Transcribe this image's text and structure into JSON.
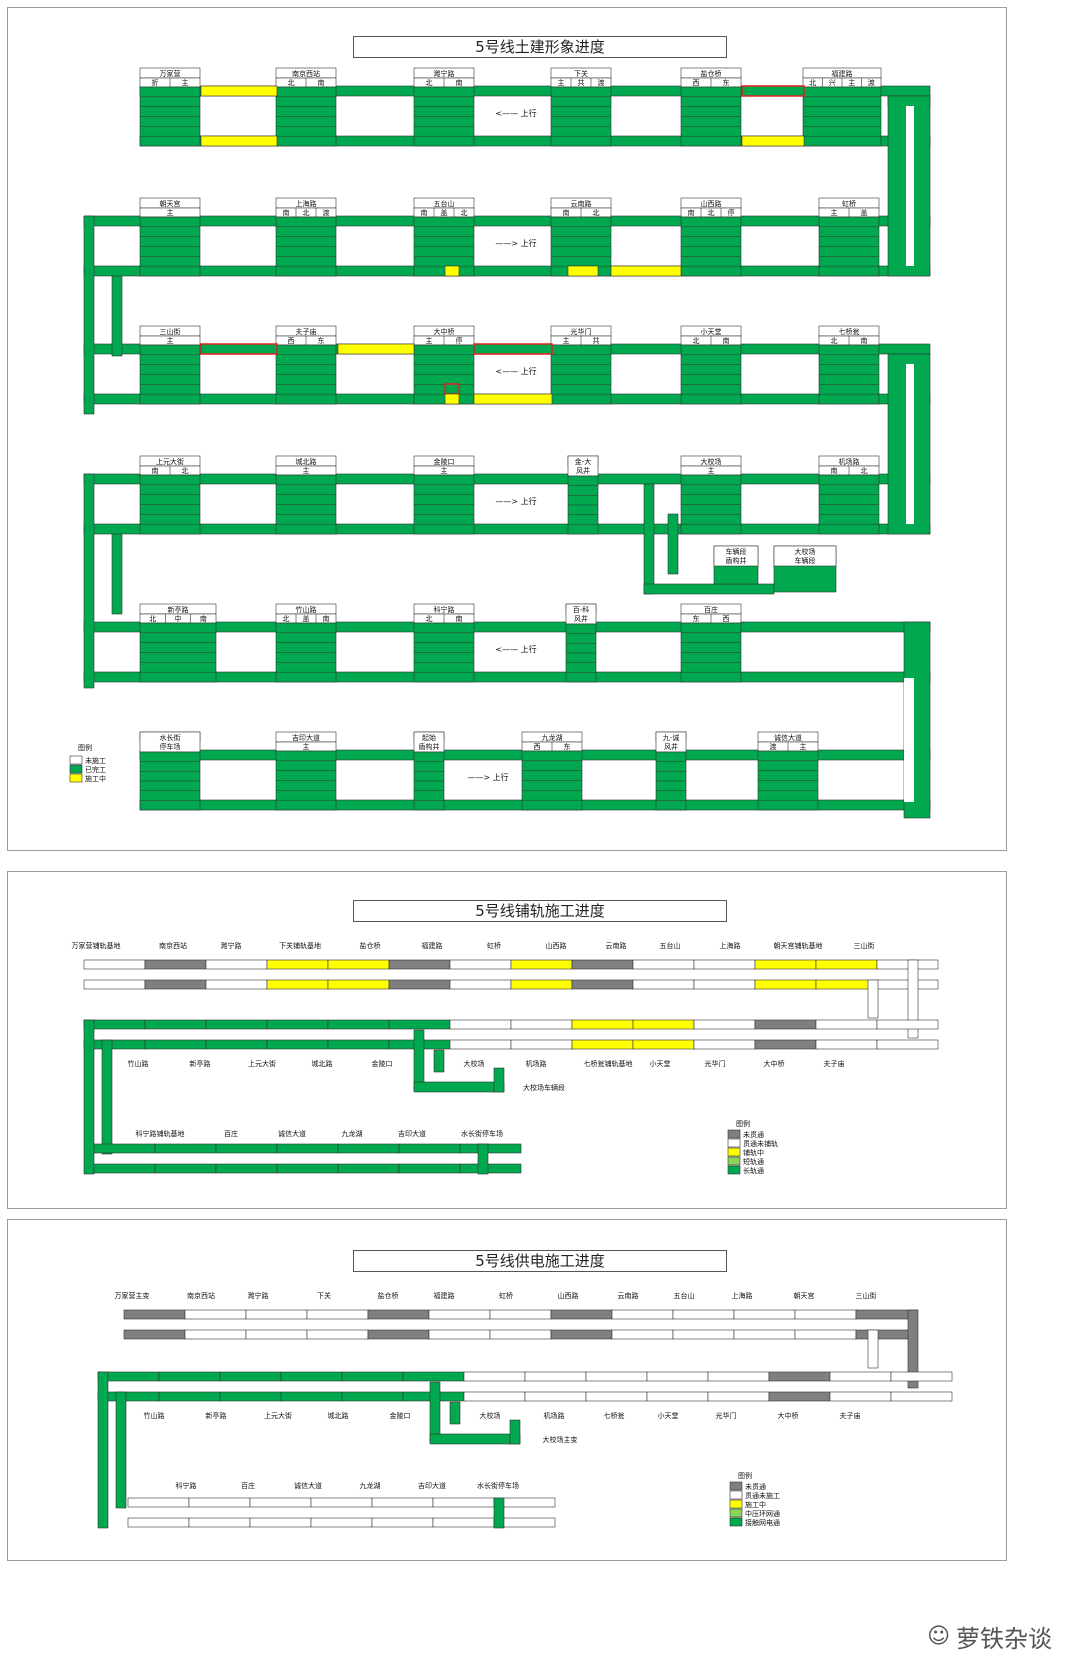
{
  "colors": {
    "green": "#00A94F",
    "yellow": "#FFFF00",
    "gray": "#808080",
    "red": "#E02020",
    "light_green": "#8CD45A"
  },
  "panel1": {
    "title": "5号线土建形象进度",
    "rows": [
      {
        "stations": [
          {
            "name": "万家营",
            "sub": [
              "折",
              "主"
            ]
          },
          {
            "name": "南京西站",
            "sub": [
              "北",
              "南"
            ]
          },
          {
            "name": "濉宁路",
            "sub": [
              "北",
              "南"
            ]
          },
          {
            "name": "下关",
            "sub": [
              "主",
              "共",
              "渡"
            ]
          },
          {
            "name": "盐仓桥",
            "sub": [
              "西",
              "东"
            ]
          },
          {
            "name": "福建路",
            "sub": [
              "北",
              "兴",
              "主",
              "渡"
            ]
          }
        ],
        "dir": "<—— 上行"
      },
      {
        "stations": [
          {
            "name": "朝天宫",
            "sub": [
              "主"
            ]
          },
          {
            "name": "上海路",
            "sub": [
              "南",
              "北",
              "渡"
            ]
          },
          {
            "name": "五台山",
            "sub": [
              "南",
              "盖",
              "北"
            ]
          },
          {
            "name": "云南路",
            "sub": [
              "南",
              "北"
            ]
          },
          {
            "name": "山西路",
            "sub": [
              "南",
              "北",
              "停"
            ]
          },
          {
            "name": "虹桥",
            "sub": [
              "主",
              "盖"
            ]
          }
        ],
        "dir": "——> 上行"
      },
      {
        "stations": [
          {
            "name": "三山街",
            "sub": [
              "主"
            ]
          },
          {
            "name": "夫子庙",
            "sub": [
              "西",
              "东"
            ]
          },
          {
            "name": "大中桥",
            "sub": [
              "主",
              "停"
            ]
          },
          {
            "name": "光华门",
            "sub": [
              "主",
              "共"
            ]
          },
          {
            "name": "小天堂",
            "sub": [
              "北",
              "南"
            ]
          },
          {
            "name": "七桥瓮",
            "sub": [
              "北",
              "南"
            ]
          }
        ],
        "dir": "<—— 上行"
      },
      {
        "stations": [
          {
            "name": "上元大街",
            "sub": [
              "南",
              "北"
            ]
          },
          {
            "name": "城北路",
            "sub": [
              "主"
            ]
          },
          {
            "name": "金陵口",
            "sub": [
              "主"
            ]
          },
          {
            "name": "金-大\n风井",
            "sub": []
          },
          {
            "name": "大校场",
            "sub": [
              "主"
            ]
          },
          {
            "name": "机场路",
            "sub": [
              "南",
              "北"
            ]
          }
        ],
        "dir": "——> 上行",
        "extras": [
          {
            "name": "车辆段\n盾构井"
          },
          {
            "name": "大校场\n车辆段"
          }
        ]
      },
      {
        "stations": [
          {
            "name": "新亭路",
            "sub": [
              "北",
              "中",
              "南"
            ]
          },
          {
            "name": "竹山路",
            "sub": [
              "北",
              "盖",
              "南"
            ]
          },
          {
            "name": "科宁路",
            "sub": [
              "北",
              "南"
            ]
          },
          {
            "name": "百-科\n风井",
            "sub": []
          },
          {
            "name": "百庄",
            "sub": [
              "东",
              "西"
            ]
          }
        ],
        "dir": "<—— 上行"
      },
      {
        "stations": [
          {
            "name": "水长街\n停车场",
            "sub": []
          },
          {
            "name": "吉印大道",
            "sub": [
              "主"
            ]
          },
          {
            "name": "起始\n盾构井",
            "sub": []
          },
          {
            "name": "九龙湖",
            "sub": [
              "西",
              "东"
            ]
          },
          {
            "name": "九-诚\n风井",
            "sub": []
          },
          {
            "name": "诚信大道",
            "sub": [
              "渡",
              "主"
            ]
          }
        ],
        "dir": "——> 上行"
      }
    ],
    "legend": {
      "title": "图例",
      "items": [
        "未施工",
        "已完工",
        "施工中"
      ]
    }
  },
  "panel2": {
    "title": "5号线铺轨施工进度",
    "top_labels": [
      "万家营铺轨基地",
      "南京西站",
      "濉宁路",
      "下关铺轨基地",
      "盐仓桥",
      "福建路",
      "虹桥",
      "山西路",
      "云南路",
      "五台山",
      "上海路",
      "朝天宫铺轨基地",
      "三山街"
    ],
    "mid_labels": [
      "竹山路",
      "新亭路",
      "上元大街",
      "城北路",
      "金陵口",
      "大校场",
      "机场路",
      "七桥瓮铺轨基地",
      "小天堂",
      "光华门",
      "大中桥",
      "夫子庙"
    ],
    "depot_label": "大校场车辆段",
    "bottom_labels": [
      "科宁路铺轨基地",
      "百庄",
      "诚信大道",
      "九龙湖",
      "吉印大道",
      "水长街停车场"
    ],
    "legend": {
      "title": "图例",
      "items": [
        "未贯通",
        "贯通未铺轨",
        "铺轨中",
        "短轨通",
        "长轨通"
      ]
    }
  },
  "panel3": {
    "title": "5号线供电施工进度",
    "top_labels": [
      "万家营主变",
      "南京西站",
      "濉宁路",
      "下关",
      "盐仓桥",
      "福建路",
      "虹桥",
      "山西路",
      "云南路",
      "五台山",
      "上海路",
      "朝天宫",
      "三山街"
    ],
    "mid_labels": [
      "竹山路",
      "新亭路",
      "上元大街",
      "城北路",
      "金陵口",
      "大校场",
      "机场路",
      "七桥瓮",
      "小天堂",
      "光华门",
      "大中桥",
      "夫子庙"
    ],
    "depot_label": "大校场主变",
    "bottom_labels": [
      "科宁路",
      "百庄",
      "诚信大道",
      "九龙湖",
      "吉印大道",
      "水长街停车场"
    ],
    "legend": {
      "title": "图例",
      "items": [
        "未贯通",
        "贯通未施工",
        "施工中",
        "中压环网通",
        "接触网电通"
      ]
    }
  },
  "watermark": "萝铁杂谈"
}
